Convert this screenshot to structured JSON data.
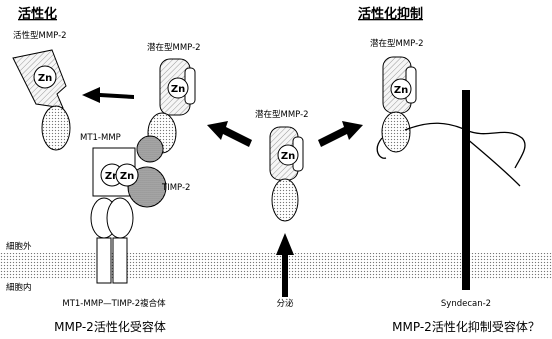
{
  "headings": {
    "activation": "活性化",
    "inhibition": "活性化抑制"
  },
  "labels": {
    "active_mmp2": "活性型MMP-2",
    "latent_mmp2_left": "潜在型MMP-2",
    "latent_mmp2_center": "潜在型MMP-2",
    "latent_mmp2_right": "潜在型MMP-2",
    "mt1_mmp": "MT1-MMP",
    "timp2": "TIMP-2",
    "extracellular": "細胞外",
    "intracellular": "細胞内",
    "complex": "MT1-MMP—TIMP-2複合体",
    "secretion": "分泌",
    "syndecan": "Syndecan-2",
    "zn": "Zn"
  },
  "captions": {
    "left": "MMP-2活性化受容体",
    "right": "MMP-2活性化抑制受容体？"
  }
}
